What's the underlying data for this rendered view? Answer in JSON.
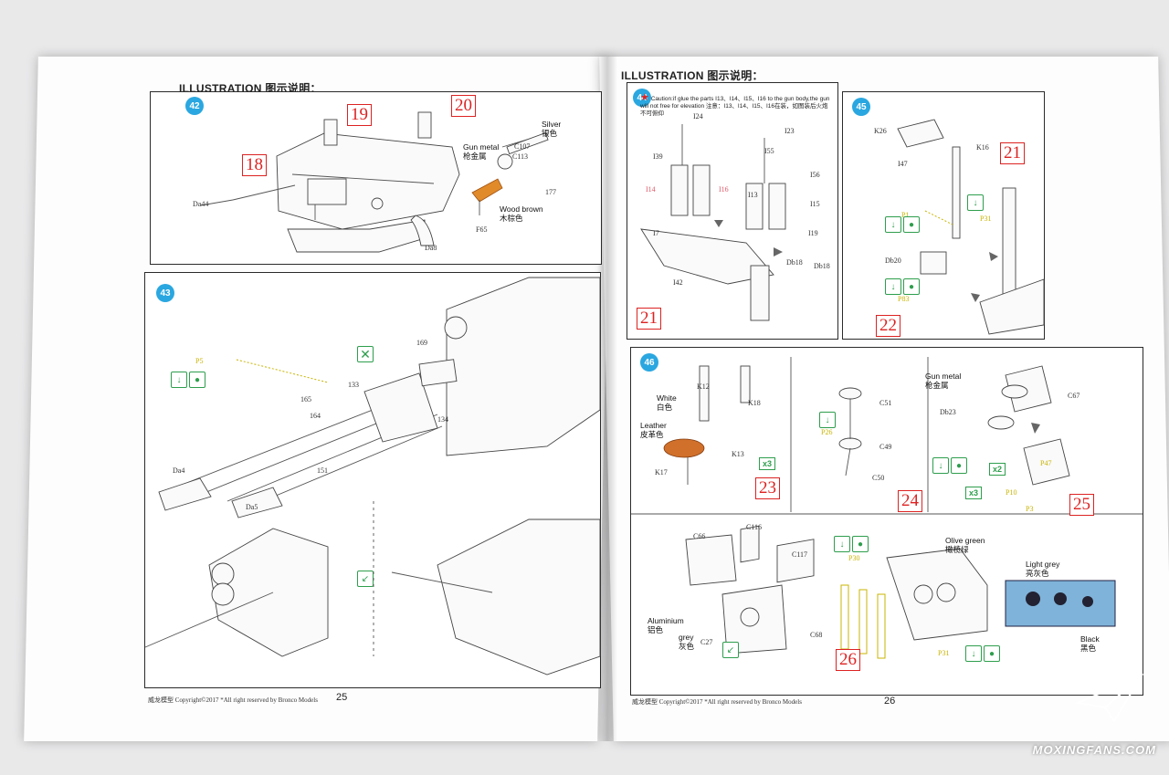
{
  "left_page": {
    "title": "ILLUSTRATION 图示说明：",
    "footer": "威龙模型  Copyright©2017  *All right reserved by Bronco Models",
    "page_number": "25",
    "step42": {
      "number": "42",
      "sub_assemblies": [
        "19",
        "20",
        "18"
      ],
      "labels": [
        "Gun metal",
        "枪金属",
        "Silver",
        "银色",
        "C107",
        "C113",
        "Wood brown",
        "木棕色",
        "Da44",
        "Da8",
        "F65",
        "177"
      ]
    },
    "step43": {
      "number": "43",
      "labels": [
        "P5",
        "169",
        "133",
        "165",
        "164",
        "134",
        "151",
        "Da4",
        "Da5"
      ]
    }
  },
  "right_page": {
    "title": "ILLUSTRATION 图示说明：",
    "footer": "威龙模型  Copyright©2017  *All right reserved by Bronco Models",
    "page_number": "26",
    "step44": {
      "number": "44",
      "caution": "Caution:if glue the parts I13、I14、I15、I16 to the gun body,the gun will not free for elevation 注意：I13、I14、I15、I16在装，如图装后火炮不可俯仰",
      "labels": [
        "I24",
        "I23",
        "I39",
        "I55",
        "I56",
        "I14",
        "I16",
        "I13",
        "I15",
        "I7",
        "I19",
        "I42",
        "Db18",
        "Db18"
      ],
      "sub_assembly": "21"
    },
    "step45": {
      "number": "45",
      "labels": [
        "K26",
        "K16",
        "I47",
        "P1",
        "P31",
        "Db20",
        "P83"
      ],
      "sub_assembly_in": "21",
      "sub_assembly": "22"
    },
    "step46": {
      "number": "46",
      "labels": [
        "K12",
        "K18",
        "K13",
        "K17",
        "C51",
        "P26",
        "C49",
        "C50",
        "C67",
        "Db23",
        "P47",
        "P10",
        "P3"
      ],
      "colors": [
        {
          "en": "White",
          "zh": "白色"
        },
        {
          "en": "Leather",
          "zh": "皮革色"
        },
        {
          "en": "Gun metal",
          "zh": "枪金属"
        }
      ],
      "multipliers": [
        "x3",
        "x2",
        "x3"
      ],
      "sub_assemblies": [
        "23",
        "24",
        "25"
      ]
    },
    "step46b": {
      "labels": [
        "C66",
        "C116",
        "C117",
        "C27",
        "C68",
        "P30",
        "P31"
      ],
      "colors": [
        {
          "en": "Olive green",
          "zh": "橄榄绿"
        },
        {
          "en": "Light grey",
          "zh": "亮灰色"
        },
        {
          "en": "Aluminium",
          "zh": "铝色"
        },
        {
          "en": "grey",
          "zh": "灰色"
        },
        {
          "en": "Black",
          "zh": "黑色"
        }
      ],
      "sub_assembly": "26"
    }
  },
  "watermark": "MOXINGFANS.COM",
  "accent_colors": {
    "step_badge": "#2aa7e0",
    "part_box": "#dd2222",
    "glue_icon": "#2e9e4d"
  }
}
